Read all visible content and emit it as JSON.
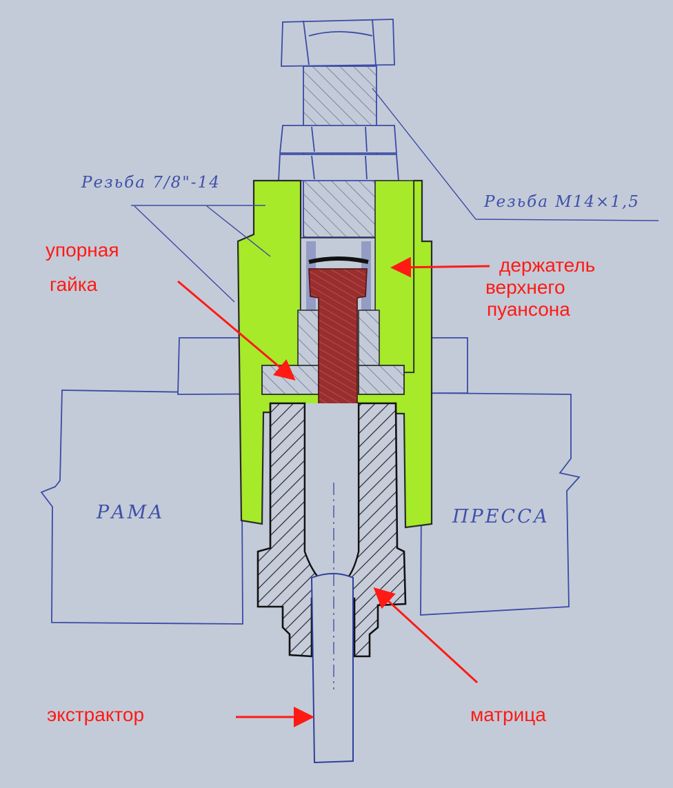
{
  "labels": {
    "thread_78_14": "Резьба 7/8\"-14",
    "thread_m14": "Резьба М14×1,5",
    "stop_nut_line1": "упорная",
    "stop_nut_line2": "гайка",
    "holder_line1": "держатель",
    "holder_line2": "верхнего",
    "holder_line3": "пуансона",
    "frame_left": "РАМА",
    "frame_right": "ПРЕССА",
    "extractor": "экстрактор",
    "die": "матрица"
  },
  "colors": {
    "paper": "#c3cbd8",
    "ink": "#2f3e9c",
    "holder_fill": "#a6ea2a",
    "punch_fill": "#9a2e2e",
    "annotation": "#ff1a14",
    "die_fill": "#4a4a52"
  }
}
